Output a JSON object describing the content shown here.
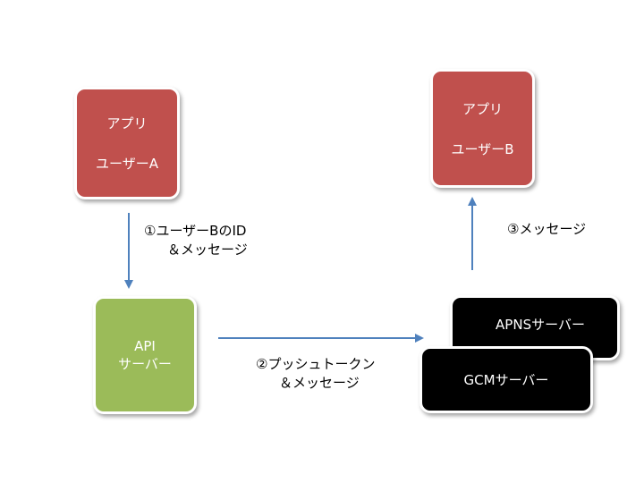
{
  "nodes": {
    "app_a": {
      "line1": "アプリ",
      "line2": "ユーザーA",
      "color": "#c0504d"
    },
    "app_b": {
      "line1": "アプリ",
      "line2": "ユーザーB",
      "color": "#c0504d"
    },
    "api_server": {
      "line1": "API",
      "line2": "サーバー",
      "color": "#9bbb59"
    },
    "apns_server": {
      "label": "APNSサーバー",
      "color": "#000000"
    },
    "gcm_server": {
      "label": "GCMサーバー",
      "color": "#000000"
    }
  },
  "edges": {
    "step1": {
      "line1": "①ユーザーBのID",
      "line2": "＆メッセージ"
    },
    "step2": {
      "line1": "②プッシュトークン",
      "line2": "＆メッセージ"
    },
    "step3": {
      "line1": "③メッセージ"
    }
  },
  "arrow_color": "#4f81bd"
}
